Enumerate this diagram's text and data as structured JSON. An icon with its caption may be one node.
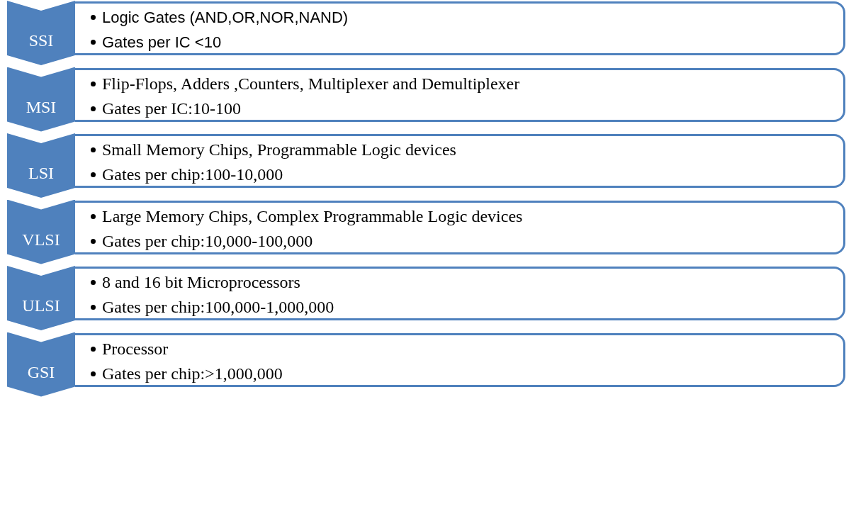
{
  "diagram": {
    "nodes": [
      {
        "text": [
          "SSI"
        ]
      },
      {
        "text": [
          "Logic Gates (AND,OR,NOR,NAND)",
          "Gates per IC <10"
        ]
      },
      {
        "text": [
          "MSI"
        ]
      },
      {
        "text": [
          "Flip-Flops, Adders ,Counters, Multiplexer and Demultiplexer",
          "Gates per IC:10-100"
        ]
      },
      {
        "text": [
          "LSI"
        ]
      },
      {
        "text": [
          "Small Memory Chips, Programmable Logic devices",
          "Gates per chip:100-10,000"
        ]
      },
      {
        "text": [
          "VLSI"
        ]
      },
      {
        "text": [
          "Large Memory Chips, Complex Programmable Logic devices",
          "Gates per chip:10,000-100,000"
        ]
      },
      {
        "text": [
          "ULSI"
        ]
      },
      {
        "text": [
          "8 and 16 bit Microprocessors",
          "Gates per chip:100,000-1,000,000"
        ]
      },
      {
        "text": [
          "GSI"
        ]
      },
      {
        "text": [
          "Processor",
          "Gates per chip:>1,000,000"
        ]
      }
    ]
  }
}
